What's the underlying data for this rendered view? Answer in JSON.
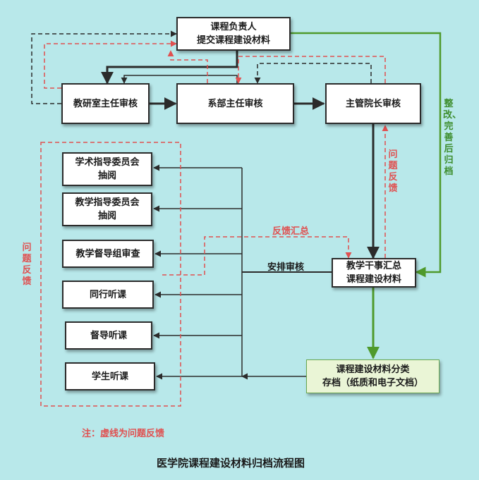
{
  "nodes": {
    "kcfzr": {
      "line1": "课程负责人",
      "line2": "提交课程建设材料"
    },
    "jysfzr": "教研室主任审核",
    "xbzr": "系部主任审核",
    "zgyz": "主管院长审核",
    "xszd": {
      "line1": "学术指导委员会",
      "line2": "抽阅"
    },
    "jxzd": {
      "line1": "教学指导委员会",
      "line2": "抽阅"
    },
    "jxdd": "教学督导组审查",
    "thtk": "同行听课",
    "ddtk": "督导听课",
    "xstk": "学生听课",
    "jxgs": {
      "line1": "教学干事汇总",
      "line2": "课程建设材料"
    },
    "kcfl": {
      "line1": "课程建设材料分类",
      "line2": "存档（纸质和电子文档）"
    }
  },
  "labels": {
    "zhenggai": "整改、完善后归档",
    "wtfk_right": "问题反馈",
    "fkhz": "反馈汇总",
    "apsh": "安排审核",
    "wtfk_left": "问题反馈",
    "note": "注：虚线为问题反馈"
  },
  "title": "医学院课程建设材料归档流程图",
  "colors": {
    "background": "#b8e8ea",
    "solid_line": "#2b2b2b",
    "feedback_red": "#e05050",
    "archive_green": "#4f9a2c"
  }
}
